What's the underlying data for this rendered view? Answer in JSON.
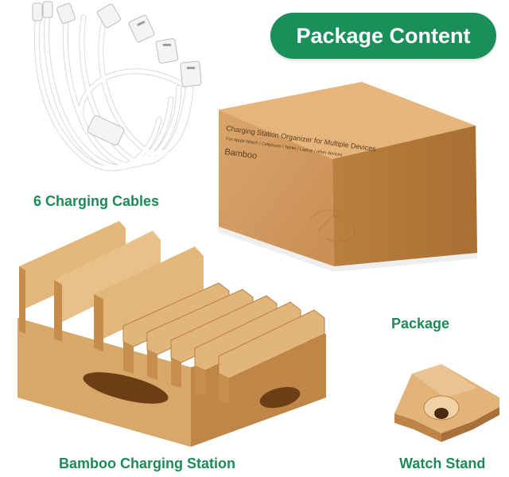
{
  "banner": {
    "label": "Package Content",
    "color": "#1a8f5a"
  },
  "captions": {
    "cables": "6 Charging Cables",
    "package": "Package",
    "station": "Bamboo Charging Station",
    "watch_stand": "Watch Stand",
    "color": "#1d8a58"
  },
  "box_print": {
    "title": "Charging Station Organizer for Multiple Devices",
    "subtitle": "For Apple Watch / Cellphone / Tablet / Laptop / other devices",
    "brand": "Bamboo"
  }
}
